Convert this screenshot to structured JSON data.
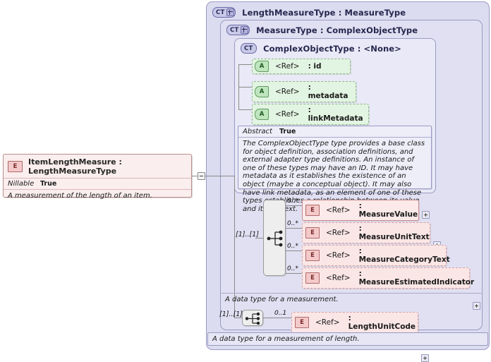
{
  "diagram": {
    "type": "xsd-schema-element-diagram",
    "colors": {
      "panel": "#dcdcf0",
      "element_fill": "#fbeeee",
      "attribute_fill": "#e2f4e2",
      "annotation_fill": "#eeeef9",
      "sequence_fill": "#eeeeee"
    }
  },
  "root_element": {
    "badge": "E",
    "title": "ItemLengthMeasure : LengthMeasureType",
    "properties": [
      {
        "key": "Nillable",
        "value": "True"
      }
    ],
    "documentation": "A measurement of the length of an item.",
    "toggle": "collapse-toggle"
  },
  "containers": [
    {
      "badge": "CT",
      "expander": "+",
      "title": "LengthMeasureType : MeasureType"
    },
    {
      "badge": "CT",
      "expander": "+",
      "title": "MeasureType : ComplexObjectType"
    },
    {
      "badge": "CT",
      "expander": "",
      "title": "ComplexObjectType : <None>"
    }
  ],
  "attributes": [
    {
      "badge": "A",
      "ref": "<Ref>",
      "name": ": id"
    },
    {
      "badge": "A",
      "ref": "<Ref>",
      "name": ": metadata"
    },
    {
      "badge": "A",
      "ref": "<Ref>",
      "name": ": linkMetadata"
    }
  ],
  "annotation": {
    "key": "Abstract",
    "value": "True",
    "text": "The ComplexObjectType type provides a base class for object definition, association definitions, and external adapter type definitions. An instance of one of these types may have an ID. It may have metadata as it establishes the existence of an object (maybe a conceptual object). It may also have link metadata, as an element of one of these types establishes a relationship between its value and its context."
  },
  "measure_sequence": {
    "cardinality": "[1]..[1]",
    "compositor": "sequence-icon",
    "elements": [
      {
        "occurrence": "0..*",
        "badge": "E",
        "ref": "<Ref>",
        "name": ": MeasureValue",
        "expander": "+"
      },
      {
        "occurrence": "0..*",
        "badge": "E",
        "ref": "<Ref>",
        "name": ": MeasureUnitText",
        "expander": "+"
      },
      {
        "occurrence": "0..*",
        "badge": "E",
        "ref": "<Ref>",
        "name": ": MeasureCategoryText",
        "expander": "+"
      },
      {
        "occurrence": "0..*",
        "badge": "E",
        "ref": "<Ref>",
        "name": ": MeasureEstimatedIndicator",
        "expander": "+"
      }
    ]
  },
  "measure_caption": "A data type for a measurement.",
  "length_sequence": {
    "cardinality": "[1]..[1]",
    "compositor": "sequence-icon",
    "elements": [
      {
        "occurrence": "0..1",
        "badge": "E",
        "ref": "<Ref>",
        "name": ": LengthUnitCode",
        "expander": "+"
      }
    ]
  },
  "length_caption": "A data type for a measurement of length."
}
